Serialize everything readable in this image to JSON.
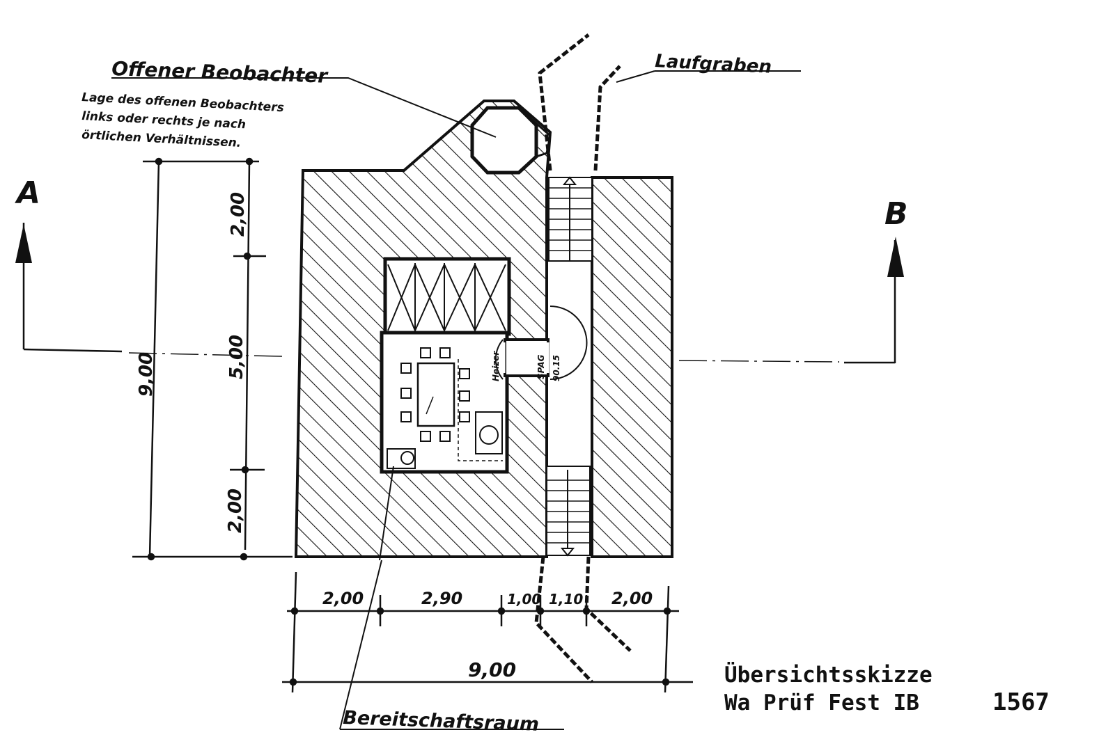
{
  "labels": {
    "observer_title": "Offener Beobachter",
    "observer_note_1": "Lage des offenen Beobachters",
    "observer_note_2": "links oder rechts je nach",
    "observer_note_3": "örtlichen Verhältnissen.",
    "trench": "Laufgraben",
    "room": "Bereitschaftsraum",
    "section_a": "A",
    "section_b": "B",
    "heater": "Heizer",
    "door_left": "SPAG",
    "door_right": "90.15"
  },
  "dimensions": {
    "left_top": "2,00",
    "left_middle": "5,00",
    "left_bottom": "2,00",
    "left_total": "9,00",
    "bottom_1": "2,00",
    "bottom_2": "2,90",
    "bottom_3": "1,00",
    "bottom_4": "1,10",
    "bottom_5": "2,00",
    "bottom_total": "9,00"
  },
  "caption": {
    "line1": "Übersichtsskizze",
    "line2": "Wa Prüf Fest IB",
    "number": "1567"
  }
}
